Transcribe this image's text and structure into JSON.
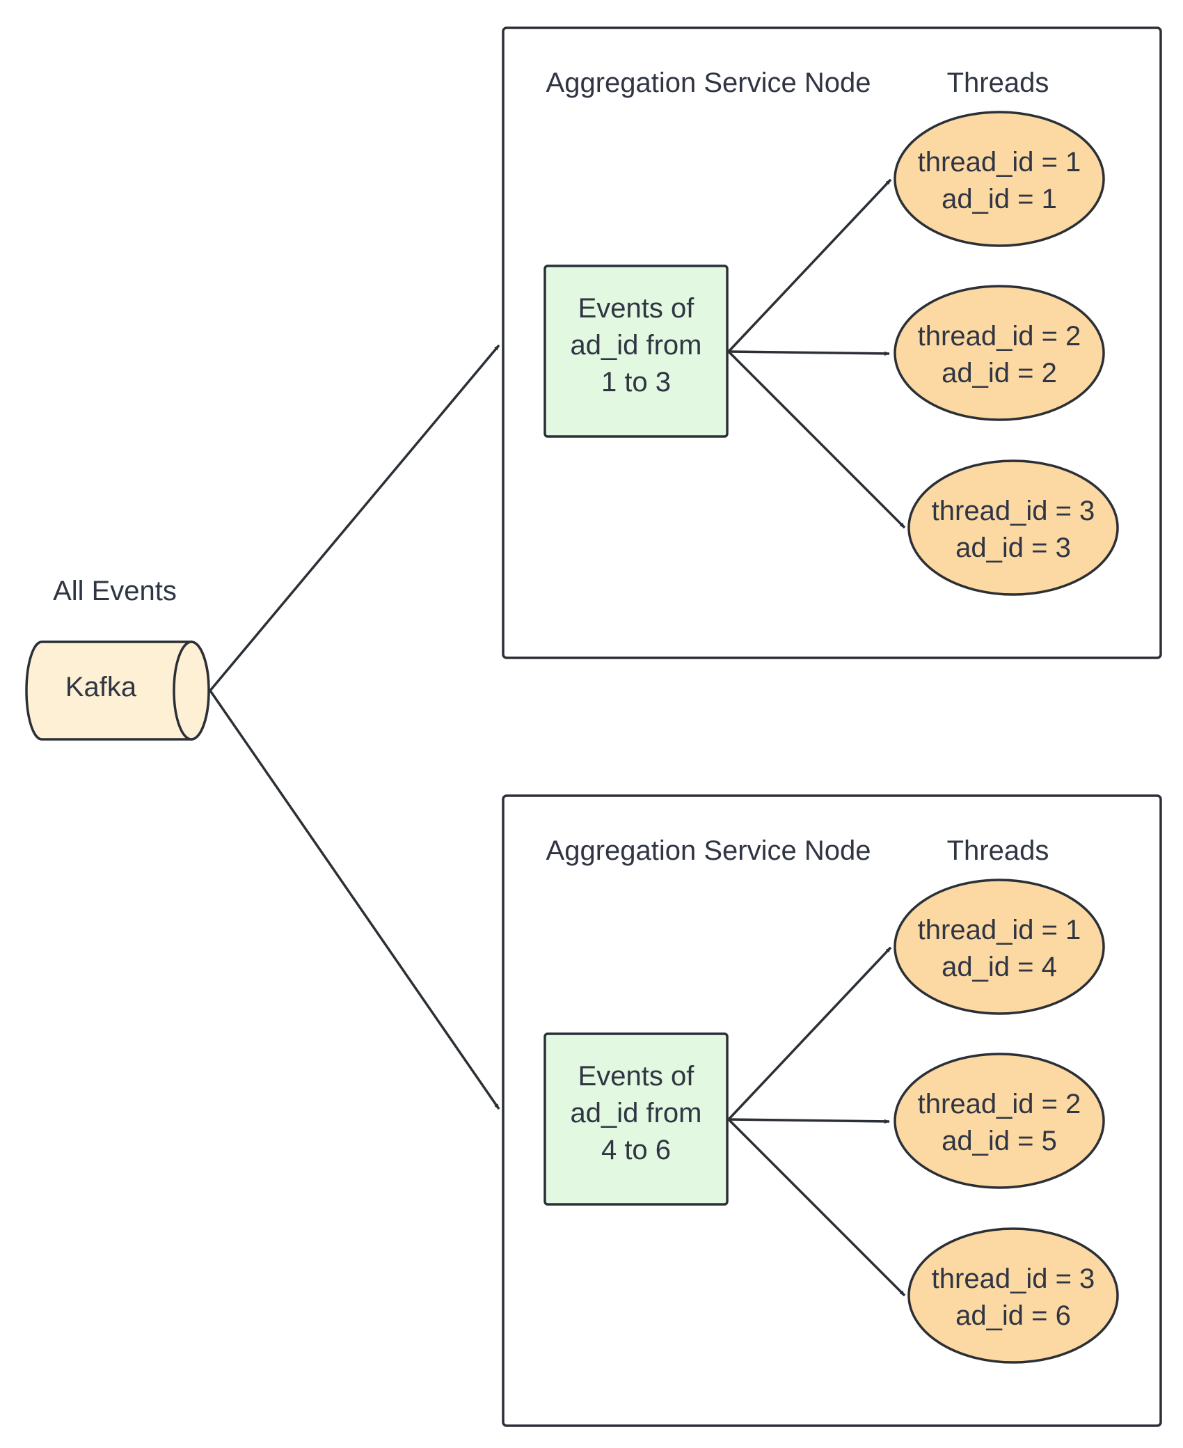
{
  "source": {
    "caption": "All Events",
    "name": "Kafka"
  },
  "nodes": [
    {
      "title": "Aggregation Service Node",
      "threads_heading": "Threads",
      "partition_lines": [
        "Events of",
        "ad_id from",
        "1 to 3"
      ],
      "threads": [
        {
          "thread_line": "thread_id = 1",
          "ad_line": "ad_id = 1"
        },
        {
          "thread_line": "thread_id = 2",
          "ad_line": "ad_id = 2"
        },
        {
          "thread_line": "thread_id = 3",
          "ad_line": "ad_id = 3"
        }
      ]
    },
    {
      "title": "Aggregation Service Node",
      "threads_heading": "Threads",
      "partition_lines": [
        "Events of",
        "ad_id from",
        "4 to 6"
      ],
      "threads": [
        {
          "thread_line": "thread_id = 1",
          "ad_line": "ad_id = 4"
        },
        {
          "thread_line": "thread_id = 2",
          "ad_line": "ad_id = 5"
        },
        {
          "thread_line": "thread_id = 3",
          "ad_line": "ad_id = 6"
        }
      ]
    }
  ],
  "colors": {
    "line": "#2b2f36",
    "text": "#2f3542",
    "kafka_fill": "#fdf0d5",
    "partition_fill": "#e2f8e0",
    "thread_fill": "#fcd9a2"
  }
}
